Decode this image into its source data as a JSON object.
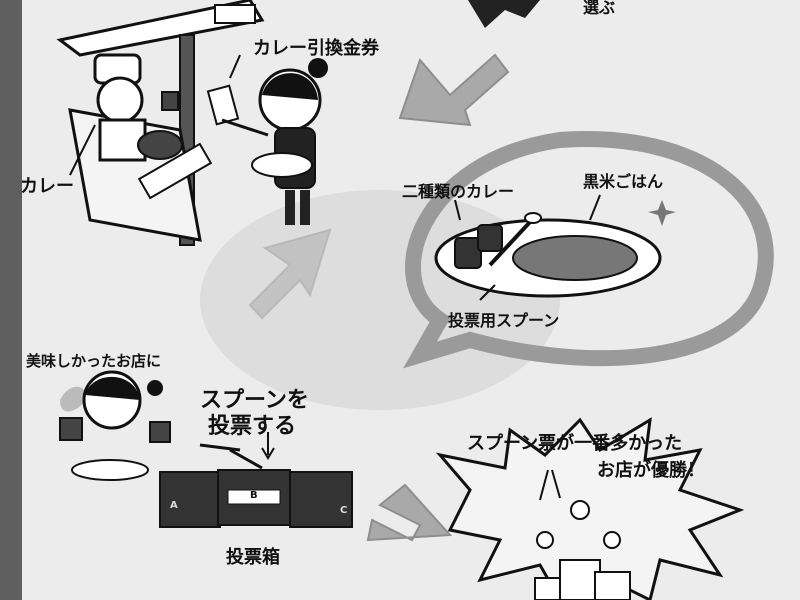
{
  "poster": {
    "top_fragment": "選ぶ",
    "curry_ticket": "カレー引換金券",
    "curry": "カレー",
    "two_curries": "二種類のカレー",
    "black_rice": "黒米ごはん",
    "voting_spoon": "投票用スプーン",
    "delicious_shop": "美味しかったお店に",
    "vote_spoon_line1": "スプーンを",
    "vote_spoon_line2": "投票する",
    "ballot_box": "投票箱",
    "box_labels": [
      "A",
      "B",
      "C"
    ],
    "winner_line1": "スプーン票が一番多かった",
    "winner_line2": "お店が優勝！"
  },
  "colors": {
    "board": "#ececec",
    "background": "#6b6b6b",
    "arrow": "#a9a9a9",
    "ink": "#111111"
  }
}
